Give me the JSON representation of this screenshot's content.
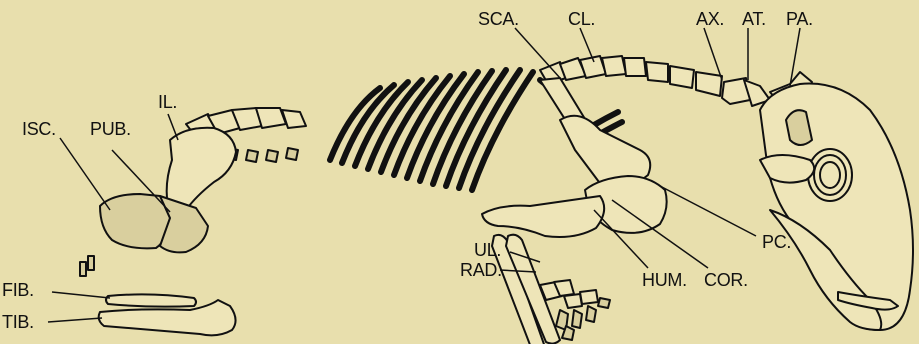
{
  "labels": {
    "sca": "SCA.",
    "cl": "CL.",
    "ax": "AX.",
    "at": "AT.",
    "pa": "PA.",
    "isc": "ISC.",
    "pub": "PUB.",
    "il": "IL.",
    "pc": "PC.",
    "ul": "UL.",
    "rad": "RAD.",
    "hum": "HUM.",
    "cor": "COR.",
    "fib": "FIB.",
    "tib": "TIB."
  },
  "colors": {
    "background": "#e8dfad",
    "bone_fill": "#eee5b8",
    "ink": "#111111"
  }
}
